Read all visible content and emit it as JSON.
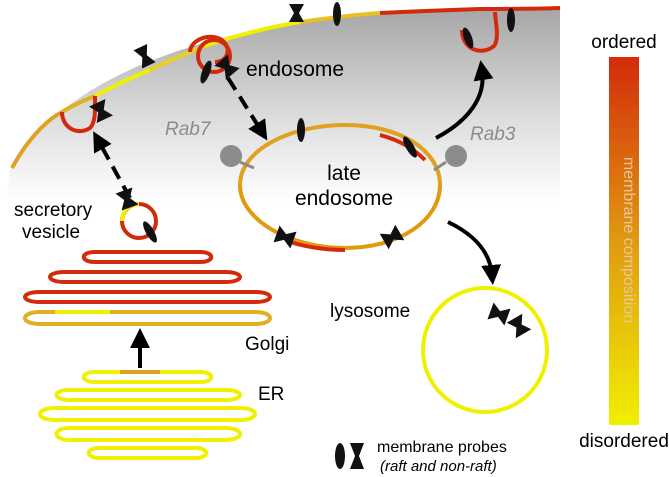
{
  "labels": {
    "endosome": "endosome",
    "rab7": "Rab7",
    "rab3": "Rab3",
    "late_endosome_line1": "late",
    "late_endosome_line2": "endosome",
    "secretory_line1": "secretory",
    "secretory_line2": "vesicle",
    "lysosome": "lysosome",
    "golgi": "Golgi",
    "er": "ER"
  },
  "legend": {
    "probes_title": "membrane probes",
    "probes_subtitle": "(raft and non-raft)"
  },
  "colorbar": {
    "top_label": "ordered",
    "bottom_label": "disordered",
    "axis_label": "membrane composition",
    "color_top": "#d42a0c",
    "color_mid": "#e09a10",
    "color_bottom": "#f0f000"
  },
  "colors": {
    "ordered": "#d42a0c",
    "intermediate": "#e0a020",
    "disordered": "#f0f000",
    "rab_gray": "#8c8c8c",
    "probe": "#111111"
  }
}
